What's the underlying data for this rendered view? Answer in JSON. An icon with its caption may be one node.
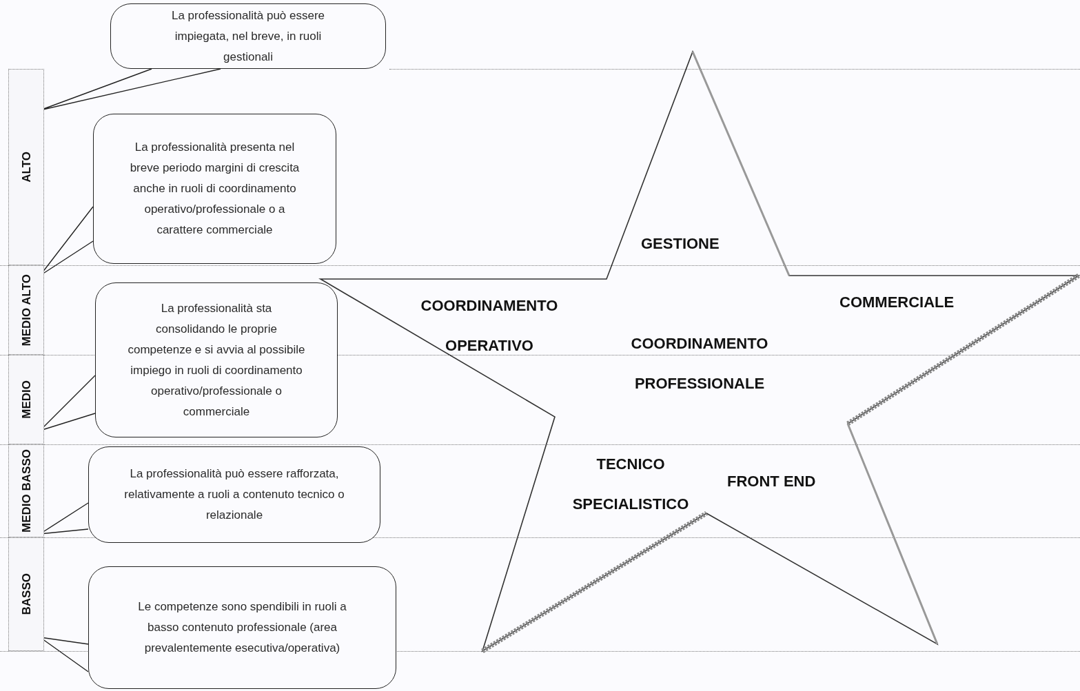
{
  "diagram": {
    "nodes": [
      {
        "text": [
          "ALTO"
        ]
      },
      {
        "text": [
          "MEDIO ALTO"
        ]
      },
      {
        "text": [
          "MEDIO"
        ]
      },
      {
        "text": [
          "MEDIO BASSO"
        ]
      },
      {
        "text": [
          "BASSO"
        ]
      },
      {
        "text": [
          "La professionalità può essere impiegata, nel breve, in ruoli gestionali"
        ]
      },
      {
        "text": [
          "La professionalità presenta nel breve periodo margini di crescita anche in ruoli di coordinamento operativo/professionale o a carattere commerciale"
        ]
      },
      {
        "text": [
          "La professionalità sta consolidando le proprie competenze e si avvia al possibile impiego in ruoli di coordinamento operativo/professionale o commerciale"
        ]
      },
      {
        "text": [
          "La professionalità può essere rafforzata, relativamente a ruoli a contenuto tecnico o relazionale"
        ]
      },
      {
        "text": [
          "Le competenze sono spendibili in ruoli a basso contenuto professionale (area prevalentemente esecutiva/operativa)"
        ]
      },
      {
        "text": [
          "GESTIONE",
          "COORDINAMENTO OPERATIVO",
          "COMMERCIALE",
          "COORDINAMENTO PROFESSIONALE",
          "TECNICO SPECIALISTICO",
          "FRONT END"
        ]
      }
    ],
    "edges": [
      {
        "from": 5,
        "to": 0,
        "arrow": "none"
      },
      {
        "from": 6,
        "to": 1,
        "arrow": "none"
      },
      {
        "from": 7,
        "to": 2,
        "arrow": "none"
      },
      {
        "from": 8,
        "to": 3,
        "arrow": "none"
      },
      {
        "from": 9,
        "to": 4,
        "arrow": "none"
      }
    ]
  }
}
